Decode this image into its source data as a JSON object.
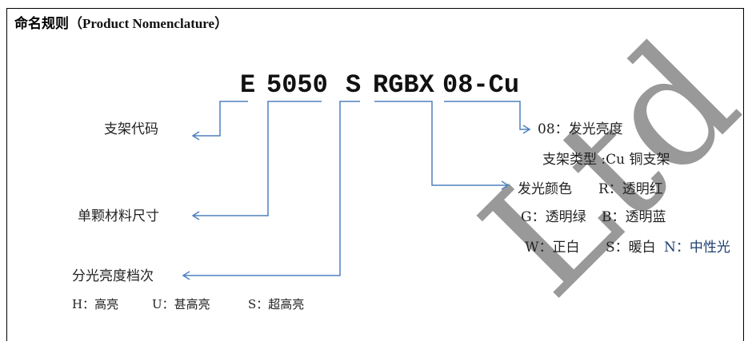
{
  "title": {
    "cn": "命名规则",
    "en": "（Product Nomenclature）"
  },
  "code": {
    "e": "E",
    "size": "5050",
    "grade": "S",
    "color": "RGBX",
    "suffix": "08-Cu"
  },
  "left_labels": {
    "bracket": "支架代码",
    "size": "单颗材料尺寸",
    "grade": "分光亮度档次"
  },
  "grade_options": [
    "H：高亮",
    "U：甚高亮",
    "S：超高亮"
  ],
  "right_labels": {
    "brightness": "08：发光亮度",
    "bracket_type": "支架类型 :Cu 铜支架",
    "color": "发光颜色",
    "r": "R：透明红",
    "g": "G：透明绿",
    "b": "B：透明蓝",
    "w": "W：正白",
    "s": "S：暖白",
    "n": "N：中性光"
  },
  "watermark": "Ltd",
  "colors": {
    "line": "#4f81bd"
  }
}
